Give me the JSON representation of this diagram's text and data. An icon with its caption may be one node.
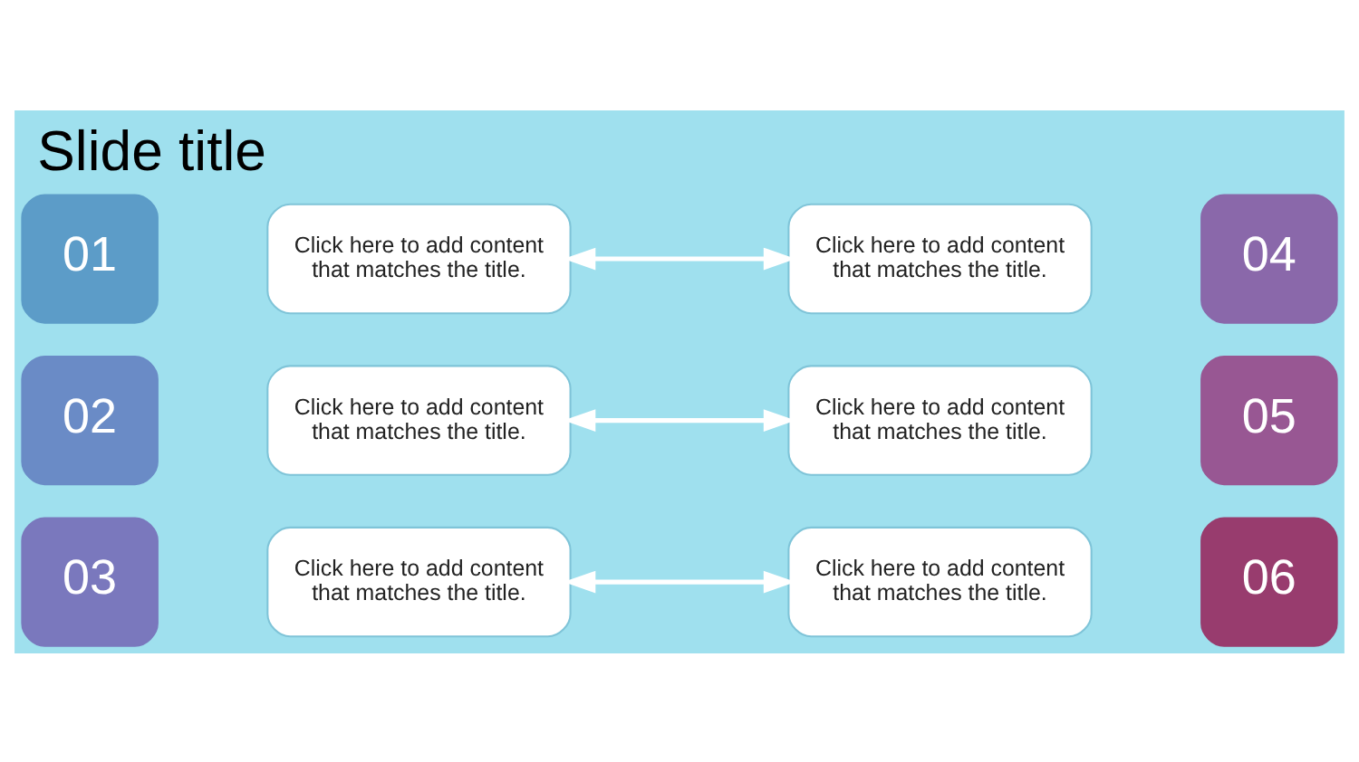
{
  "diagram": {
    "title": "Slide title",
    "nodes": [
      {
        "text": [
          "01"
        ]
      },
      {
        "text": [
          "Click here to add content that matches the title."
        ]
      },
      {
        "text": [
          "Click here to add content that matches the title."
        ]
      },
      {
        "text": [
          "04"
        ]
      },
      {
        "text": [
          "02"
        ]
      },
      {
        "text": [
          "Click here to add content that matches the title."
        ]
      },
      {
        "text": [
          "Click here to add content that matches the title."
        ]
      },
      {
        "text": [
          "05"
        ]
      },
      {
        "text": [
          "03"
        ]
      },
      {
        "text": [
          "Click here to add content that matches the title."
        ]
      },
      {
        "text": [
          "Click here to add content that matches the title."
        ]
      },
      {
        "text": [
          "06"
        ]
      }
    ],
    "edges": [
      {
        "from": 1,
        "to": 2,
        "arrow": "both"
      },
      {
        "from": 5,
        "to": 6,
        "arrow": "both"
      },
      {
        "from": 9,
        "to": 10,
        "arrow": "both"
      }
    ]
  }
}
